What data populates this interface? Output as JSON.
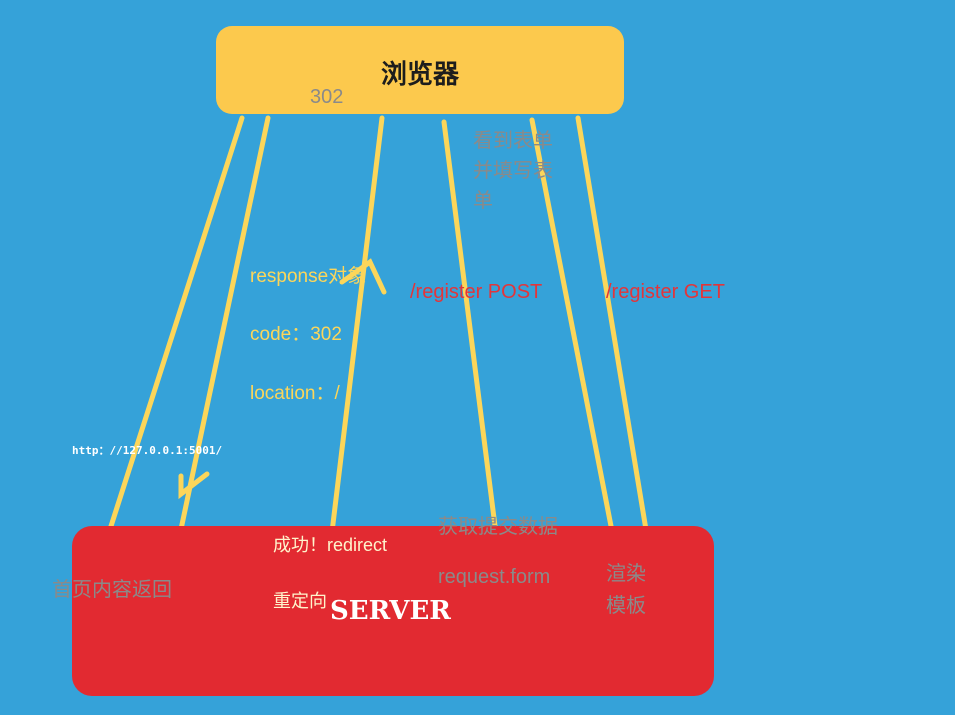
{
  "browser": {
    "title": "浏览器",
    "status_302": "302"
  },
  "server": {
    "title": "SERVER"
  },
  "labels": {
    "response_obj": "response对象",
    "code": "code：302",
    "location": "location：/",
    "url": "http：//127.0.0.1:5001/",
    "home_return": "首页内容返回",
    "success": "成功！redirect",
    "redirect_zh": "重定向",
    "get_data": "获取提交数据",
    "request_form": "request.form",
    "render_line1": "渲染",
    "render_line2": "模板",
    "see_form": "看到表单并填写表单",
    "register_post": "/register POST",
    "register_get": "/register GET"
  },
  "colors": {
    "background": "#35a2d9",
    "browser_box": "#fcc94d",
    "server_box": "#e22a31",
    "arrow_stroke": "#fcd65a"
  }
}
